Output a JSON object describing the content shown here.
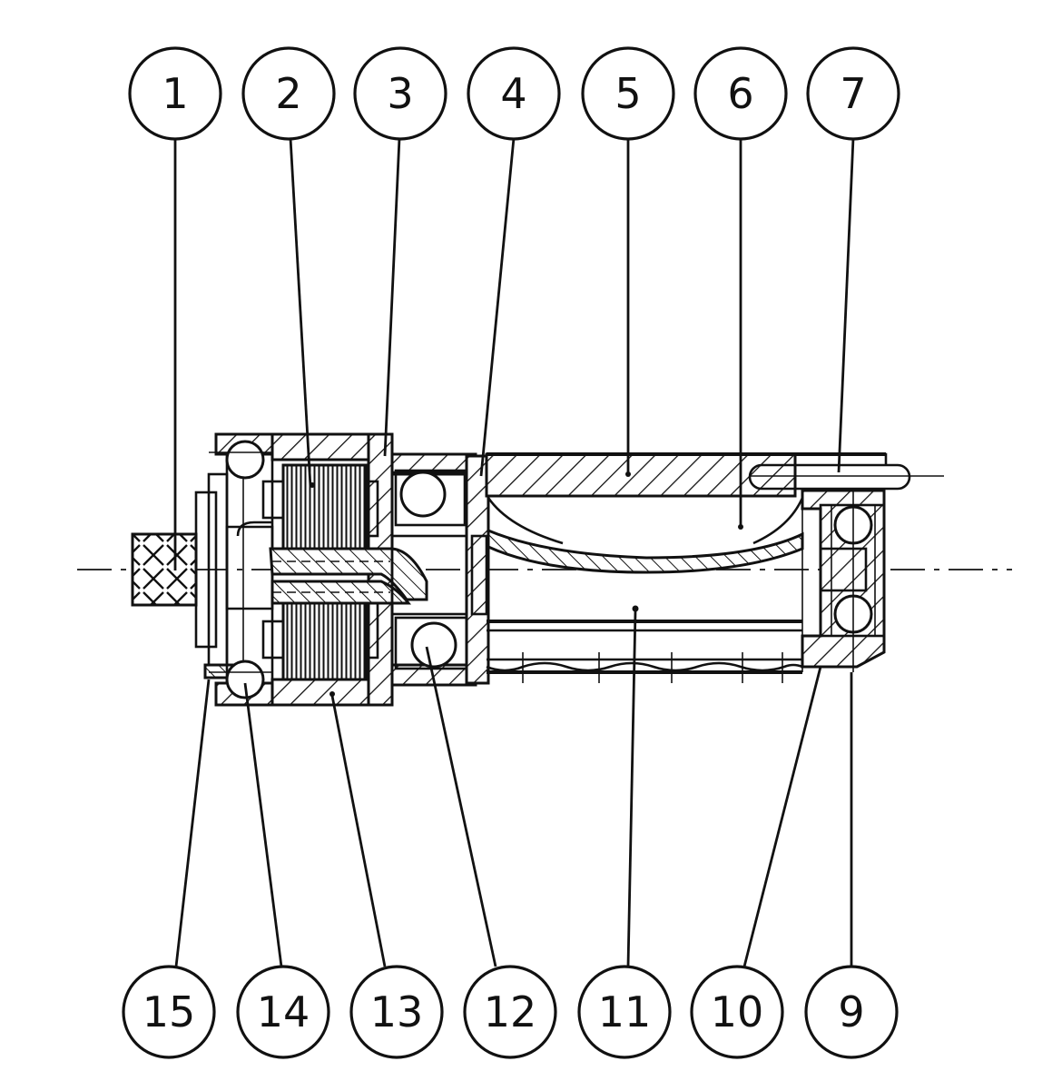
{
  "callouts_top": [
    "1",
    "2",
    "3",
    "4",
    "5",
    "6",
    "7"
  ],
  "callouts_bottom": [
    "15",
    "14",
    "13",
    "12",
    "11",
    "10",
    "9"
  ],
  "colors": {
    "ink": "#111111",
    "paper": "#ffffff"
  }
}
